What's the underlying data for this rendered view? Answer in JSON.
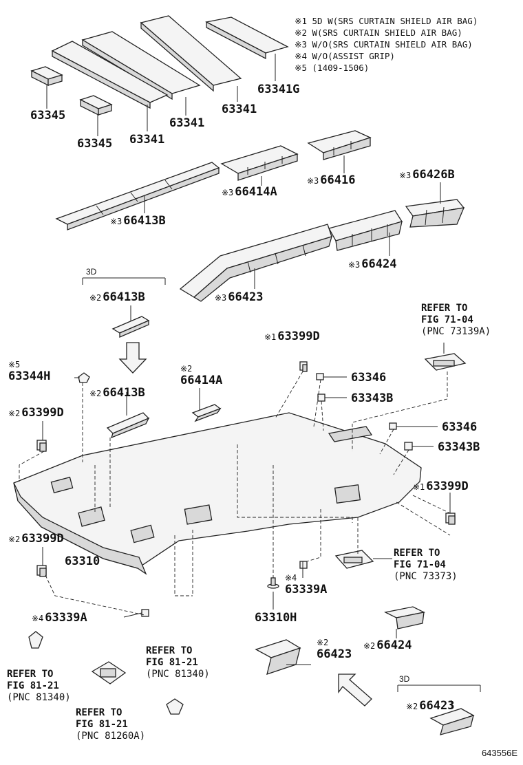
{
  "notes": [
    "※1  5D W(SRS CURTAIN SHIELD AIR BAG)",
    "※2  W(SRS CURTAIN SHIELD AIR BAG)",
    "※3  W/O(SRS CURTAIN SHIELD AIR BAG)",
    "※4  W/O(ASSIST GRIP)",
    "※5  (1409-1506)"
  ],
  "labels": [
    {
      "pre": "",
      "code": "63341G"
    },
    {
      "pre": "",
      "code": "63341"
    },
    {
      "pre": "",
      "code": "63341"
    },
    {
      "pre": "",
      "code": "63341"
    },
    {
      "pre": "",
      "code": "63345"
    },
    {
      "pre": "",
      "code": "63345"
    },
    {
      "pre": "※3",
      "code": "66414A"
    },
    {
      "pre": "※3",
      "code": "66416"
    },
    {
      "pre": "※3",
      "code": "66426B"
    },
    {
      "pre": "※3",
      "code": "66413B"
    },
    {
      "pre": "※3",
      "code": "66424"
    },
    {
      "pre": "※3",
      "code": "66423"
    },
    {
      "pre": "※2",
      "code": "66413B"
    },
    {
      "pre": "※2",
      "code": "66413B"
    },
    {
      "pre": "※1",
      "code": "63399D"
    },
    {
      "pre": "",
      "code": "63346"
    },
    {
      "pre": "",
      "code": "63343B"
    },
    {
      "pre": "",
      "code": "63346"
    },
    {
      "pre": "",
      "code": "63343B"
    },
    {
      "pre": "※1",
      "code": "63399D"
    },
    {
      "pre": "※5",
      "code": "63344H"
    },
    {
      "pre": "※2",
      "code": "66414A"
    },
    {
      "pre": "※2",
      "code": "63399D"
    },
    {
      "pre": "※2",
      "code": "63399D"
    },
    {
      "pre": "",
      "code": "63310"
    },
    {
      "pre": "※4",
      "code": "63339A"
    },
    {
      "pre": "※4",
      "code": "63339A"
    },
    {
      "pre": "",
      "code": "63310H"
    },
    {
      "pre": "※2",
      "code": "66424"
    },
    {
      "pre": "※2",
      "code": "66423"
    },
    {
      "pre": "※2",
      "code": "66423"
    }
  ],
  "refs": [
    {
      "l1": "REFER TO",
      "l2": "FIG 71-04",
      "l3": "(PNC 73139A)"
    },
    {
      "l1": "REFER TO",
      "l2": "FIG 71-04",
      "l3": "(PNC 73373)"
    },
    {
      "l1": "REFER TO",
      "l2": "FIG 81-21",
      "l3": "(PNC 81340)"
    },
    {
      "l1": "REFER TO",
      "l2": "FIG 81-21",
      "l3": "(PNC 81340)"
    },
    {
      "l1": "REFER TO",
      "l2": "FIG 81-21",
      "l3": "(PNC 81260A)"
    }
  ],
  "tags": [
    "3D",
    "3D"
  ],
  "figure_id": "643556E"
}
